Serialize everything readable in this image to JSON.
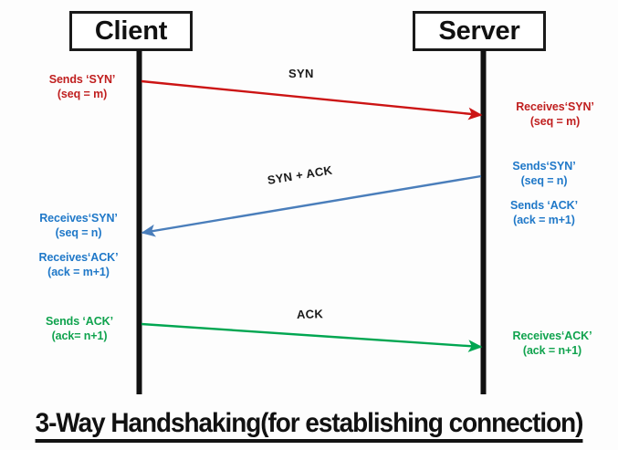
{
  "diagram": {
    "title": "3-Way Handshaking(for establishing connection)",
    "endpoints": {
      "client": "Client",
      "server": "Server"
    },
    "colors": {
      "red": "#c01f1f",
      "red_line": "#cc1414",
      "blue": "#1f78c8",
      "blue_line": "#4a7ebb",
      "green": "#10a34e",
      "green_line": "#00a651",
      "black": "#111111"
    },
    "messages": [
      {
        "label": "SYN",
        "direction": "client-to-server",
        "color": "red"
      },
      {
        "label": "SYN + ACK",
        "direction": "server-to-client",
        "color": "blue"
      },
      {
        "label": "ACK",
        "direction": "client-to-server",
        "color": "green"
      }
    ],
    "notes": {
      "client_sends_syn": {
        "line1": "Sends ‘SYN’",
        "line2": "(seq = m)"
      },
      "server_receives_syn": {
        "line1": "Receives‘SYN’",
        "line2": "(seq = m)"
      },
      "server_sends_syn": {
        "line1": "Sends‘SYN’",
        "line2": "(seq = n)"
      },
      "server_sends_ack": {
        "line1": "Sends ‘ACK’",
        "line2": "(ack = m+1)"
      },
      "client_receives_syn": {
        "line1": "Receives‘SYN’",
        "line2": "(seq = n)"
      },
      "client_receives_ack": {
        "line1": "Receives‘ACK’",
        "line2": "(ack = m+1)"
      },
      "client_sends_ack": {
        "line1": "Sends ‘ACK’",
        "line2": "(ack= n+1)"
      },
      "server_receives_ack": {
        "line1": "Receives‘ACK’",
        "line2": "(ack = n+1)"
      }
    }
  }
}
